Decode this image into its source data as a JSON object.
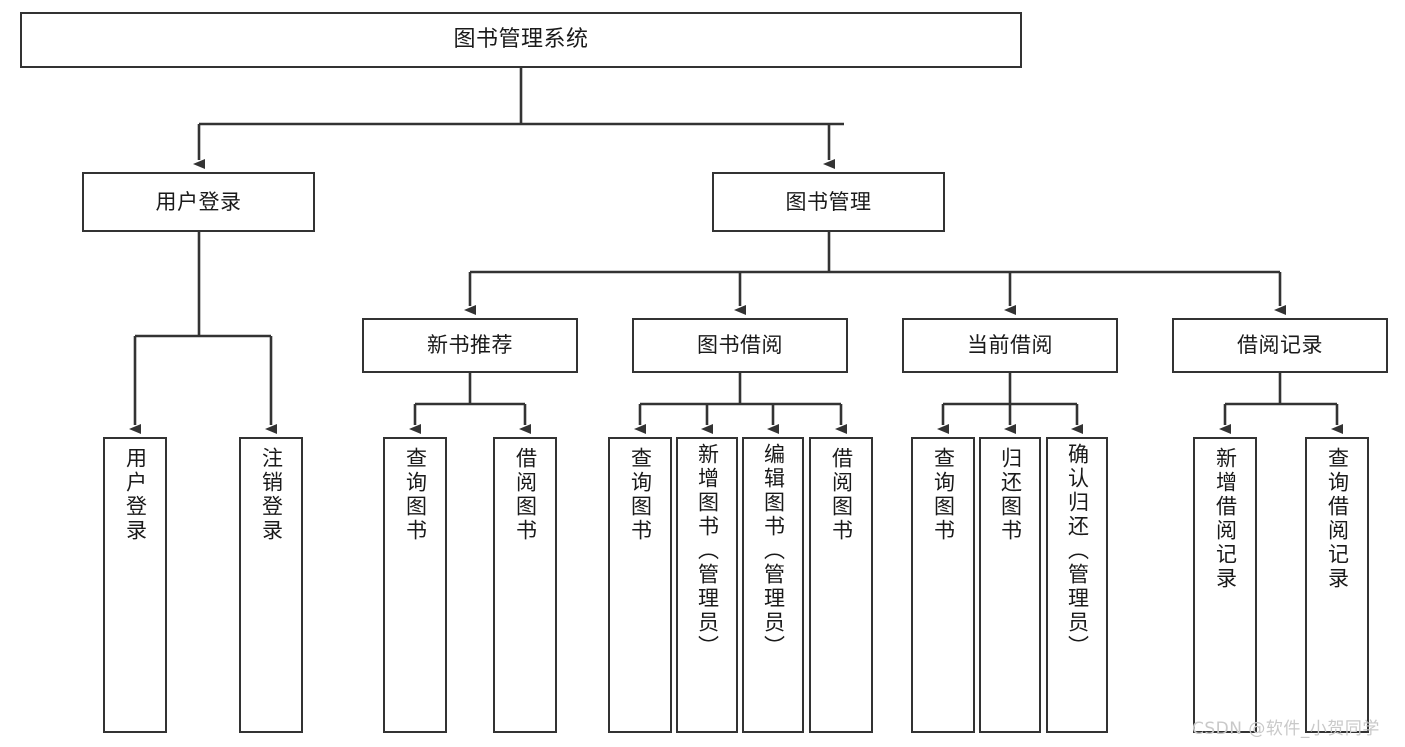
{
  "diagram": {
    "type": "tree-hierarchy",
    "title": "图书管理系统",
    "root": {
      "id": "root",
      "label": "图书管理系统"
    },
    "level2": [
      {
        "id": "user-login",
        "label": "用户登录"
      },
      {
        "id": "book-manage",
        "label": "图书管理"
      }
    ],
    "level3": [
      {
        "id": "new-book-recommend",
        "label": "新书推荐"
      },
      {
        "id": "book-borrow",
        "label": "图书借阅"
      },
      {
        "id": "current-borrow",
        "label": "当前借阅"
      },
      {
        "id": "borrow-record",
        "label": "借阅记录"
      }
    ],
    "leaves": [
      {
        "id": "leaf-user-login",
        "label": "用户登录",
        "parent": "用户登录"
      },
      {
        "id": "leaf-logout",
        "label": "注销登录",
        "parent": "用户登录"
      },
      {
        "id": "leaf-query-book-1",
        "label": "查询图书",
        "parent": "新书推荐"
      },
      {
        "id": "leaf-borrow-book-1",
        "label": "借阅图书",
        "parent": "新书推荐"
      },
      {
        "id": "leaf-query-book-2",
        "label": "查询图书",
        "parent": "图书借阅"
      },
      {
        "id": "leaf-add-book",
        "label": "新增图书（管理员）",
        "parent": "图书借阅"
      },
      {
        "id": "leaf-edit-book",
        "label": "编辑图书（管理员）",
        "parent": "图书借阅"
      },
      {
        "id": "leaf-borrow-book-2",
        "label": "借阅图书",
        "parent": "图书借阅"
      },
      {
        "id": "leaf-query-book-3",
        "label": "查询图书",
        "parent": "当前借阅"
      },
      {
        "id": "leaf-return-book",
        "label": "归还图书",
        "parent": "当前借阅"
      },
      {
        "id": "leaf-confirm-return",
        "label": "确认归还（管理员）",
        "parent": "当前借阅"
      },
      {
        "id": "leaf-add-record",
        "label": "新增借阅记录",
        "parent": "借阅记录"
      },
      {
        "id": "leaf-query-record",
        "label": "查询借阅记录",
        "parent": "借阅记录"
      }
    ],
    "colors": {
      "box_border": "#333333",
      "box_fill": "#ffffff",
      "connector": "#333333",
      "text": "#1a1a1a",
      "watermark": "#c9c9c9"
    }
  },
  "watermark": {
    "text": "CSDN @软件_小贺同学"
  }
}
